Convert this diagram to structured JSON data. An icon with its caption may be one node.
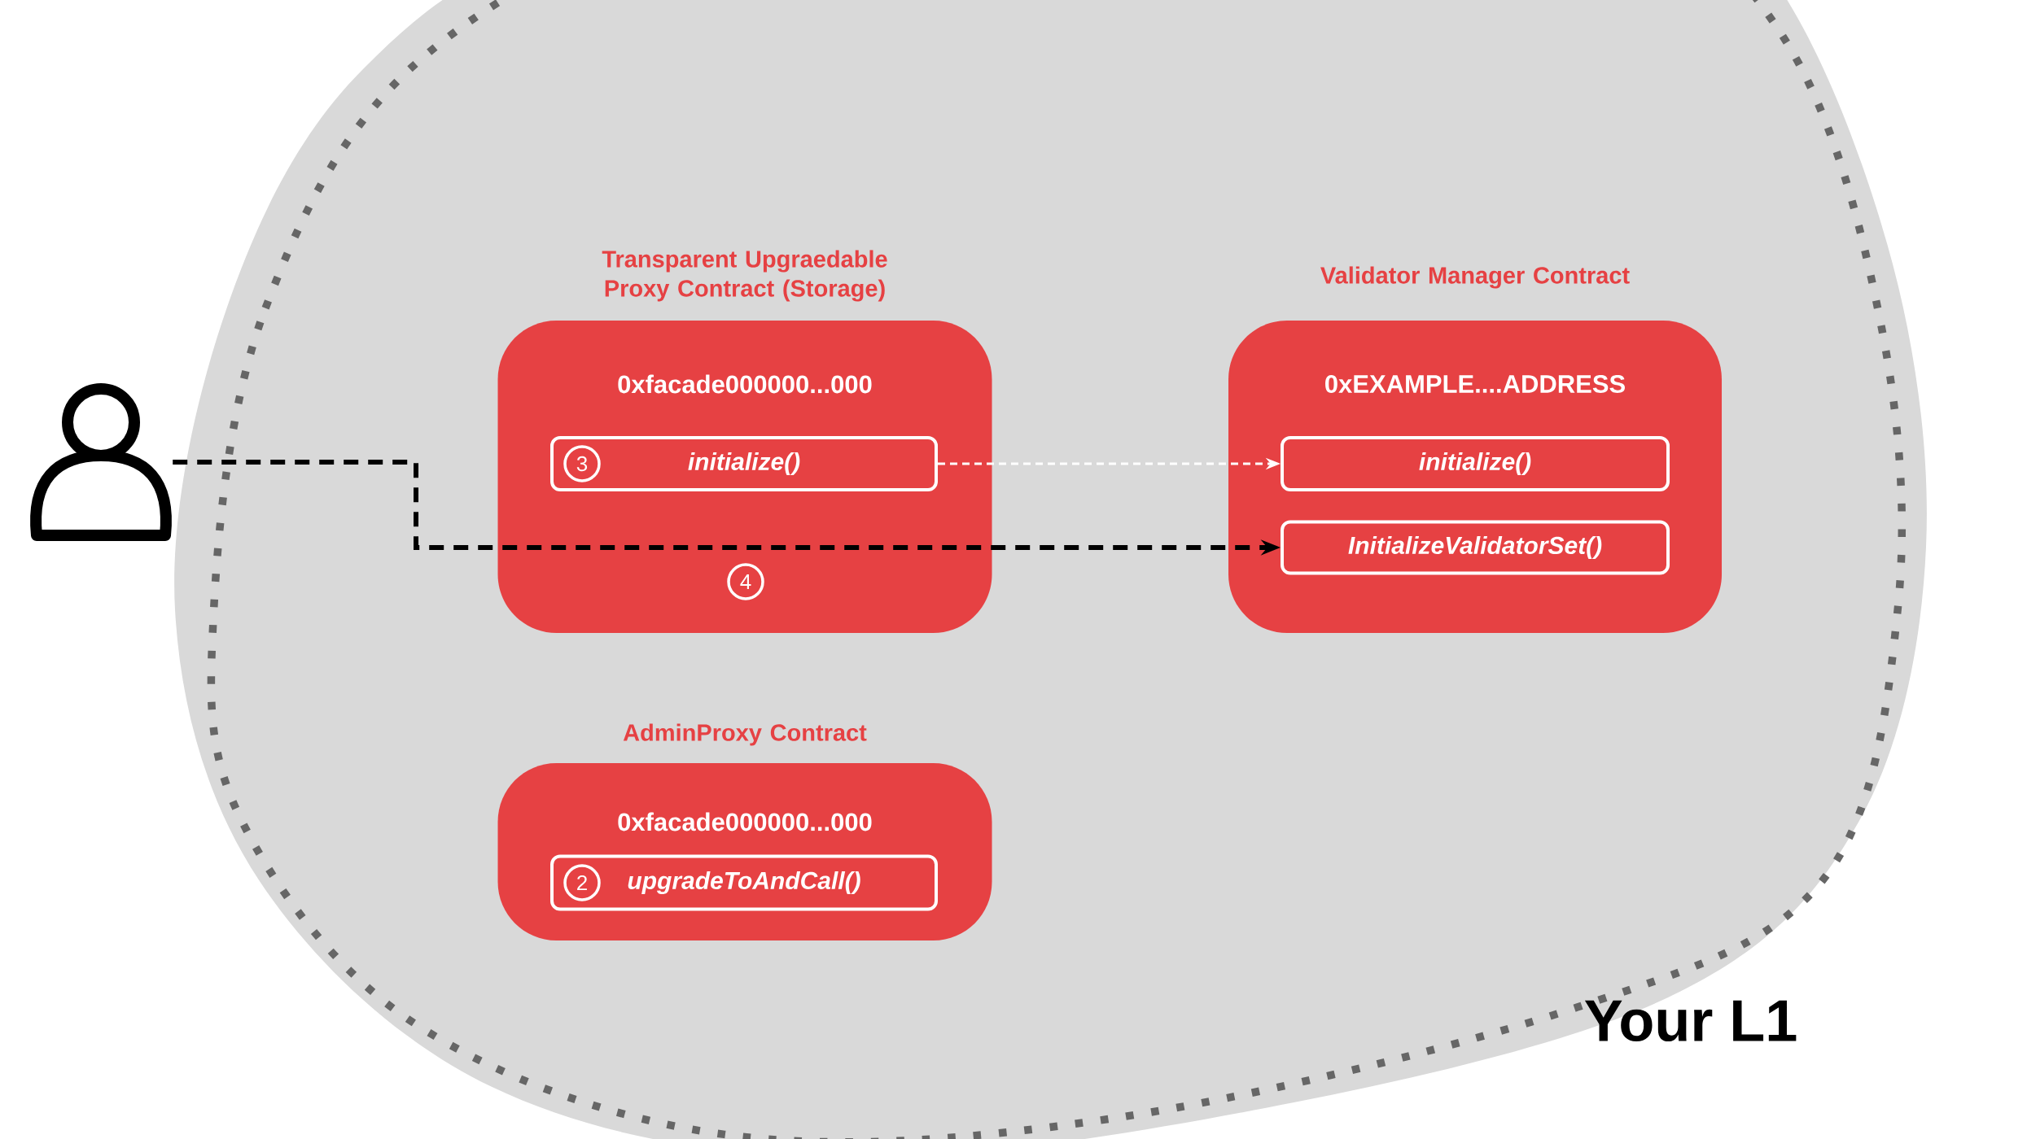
{
  "diagram": {
    "nodes": [
      {
        "text": [
          "Your L1"
        ]
      },
      {
        "text": [
          "Transparent Upgraedable Proxy Contract (Storage)",
          "0xfacade000000...000"
        ],
        "in": 0
      },
      {
        "text": [
          "3",
          "initialize()"
        ],
        "in": 1
      },
      {
        "text": [
          "Validator Manager Contract",
          "0xEXAMPLE....ADDRESS"
        ],
        "in": 0
      },
      {
        "text": [
          "initialize()"
        ],
        "in": 3
      },
      {
        "text": [
          "InitializeValidatorSet()"
        ],
        "in": 3
      },
      {
        "text": [
          "AdminProxy Contract",
          "0xfacade000000...000"
        ],
        "in": 0
      },
      {
        "text": [
          "2",
          "upgradeToAndCall()"
        ],
        "in": 6
      },
      {
        "text": [],
        "shape": "person"
      }
    ],
    "edges": [
      {
        "from": 2,
        "to": 4,
        "arrow": "to",
        "style": "dashed",
        "color": "#ffffff"
      },
      {
        "from": 8,
        "to": 5,
        "arrow": "to",
        "style": "dashed",
        "color": "#000000",
        "label": "4"
      }
    ]
  }
}
